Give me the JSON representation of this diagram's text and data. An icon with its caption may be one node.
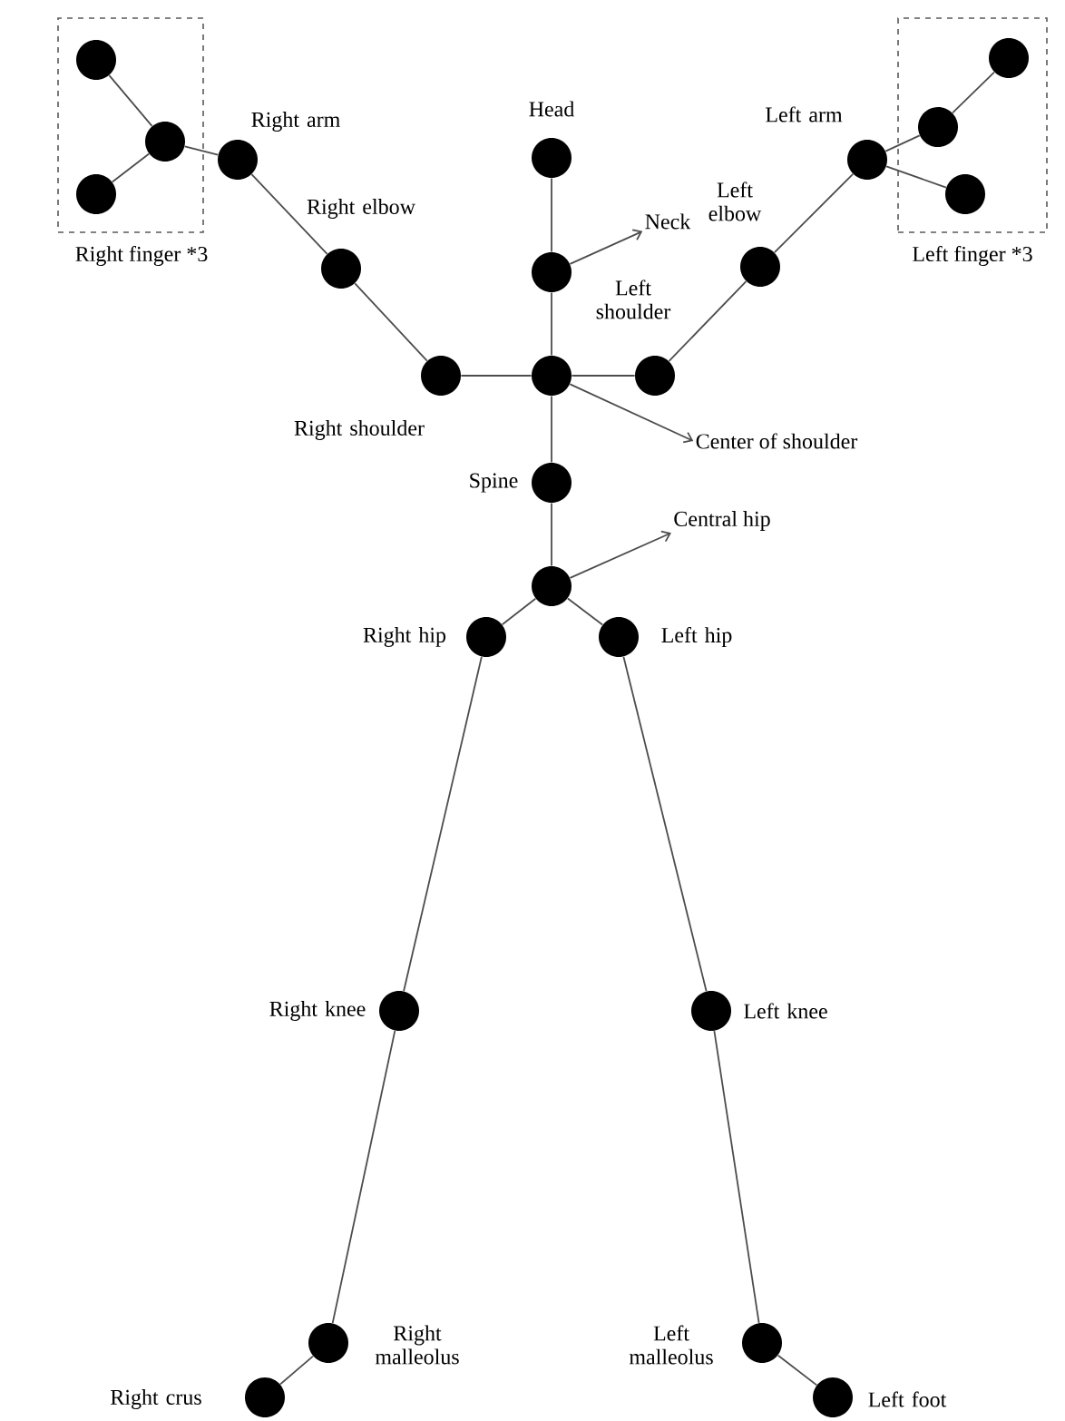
{
  "diagram": {
    "nodes": [
      {
        "text": [
          "Right finger *3"
        ]
      },
      {
        "text": [],
        "shape": "circle",
        "in": 0
      },
      {
        "text": [],
        "shape": "circle",
        "in": 0
      },
      {
        "text": [],
        "shape": "circle",
        "in": 0
      },
      {
        "text": [],
        "shape": "circle",
        "beside": [
          "Right arm"
        ]
      },
      {
        "text": [],
        "shape": "circle",
        "beside": [
          "Head"
        ]
      },
      {
        "text": [],
        "shape": "circle"
      },
      {
        "text": [
          "Neck"
        ]
      },
      {
        "text": [
          "Left finger *3"
        ]
      },
      {
        "text": [],
        "shape": "circle",
        "in": 8
      },
      {
        "text": [],
        "shape": "circle",
        "in": 8
      },
      {
        "text": [],
        "shape": "circle",
        "in": 8
      },
      {
        "text": [],
        "shape": "circle",
        "beside": [
          "Left arm"
        ]
      },
      {
        "text": [],
        "shape": "circle",
        "beside": [
          "Right elbow"
        ]
      },
      {
        "text": [],
        "shape": "circle",
        "beside": [
          "Left elbow"
        ]
      },
      {
        "text": [],
        "shape": "circle",
        "beside": [
          "Right shoulder"
        ]
      },
      {
        "text": [],
        "shape": "circle"
      },
      {
        "text": [],
        "shape": "circle",
        "beside": [
          "Left shoulder"
        ]
      },
      {
        "text": [
          "Center of shoulder"
        ]
      },
      {
        "text": [],
        "shape": "circle",
        "beside": [
          "Spine"
        ]
      },
      {
        "text": [],
        "shape": "circle"
      },
      {
        "text": [
          "Central hip"
        ]
      },
      {
        "text": [],
        "shape": "circle",
        "beside": [
          "Right hip"
        ]
      },
      {
        "text": [],
        "shape": "circle",
        "beside": [
          "Left hip"
        ]
      },
      {
        "text": [],
        "shape": "circle",
        "beside": [
          "Right knee"
        ]
      },
      {
        "text": [],
        "shape": "circle",
        "beside": [
          "Left knee"
        ]
      },
      {
        "text": [],
        "shape": "circle",
        "beside": [
          "Right malleolus"
        ]
      },
      {
        "text": [],
        "shape": "circle",
        "beside": [
          "Left malleolus"
        ]
      },
      {
        "text": [],
        "shape": "circle",
        "beside": [
          "Right crus"
        ]
      },
      {
        "text": [],
        "shape": "circle",
        "beside": [
          "Left foot"
        ]
      }
    ],
    "edges": [
      {
        "from": 1,
        "to": 2,
        "arrow": "none"
      },
      {
        "from": 3,
        "to": 2,
        "arrow": "none"
      },
      {
        "from": 2,
        "to": 4,
        "arrow": "none"
      },
      {
        "from": 4,
        "to": 13,
        "arrow": "none"
      },
      {
        "from": 13,
        "to": 15,
        "arrow": "none"
      },
      {
        "from": 15,
        "to": 16,
        "arrow": "none"
      },
      {
        "from": 5,
        "to": 6,
        "arrow": "none"
      },
      {
        "from": 6,
        "to": 16,
        "arrow": "none"
      },
      {
        "from": 6,
        "to": 7,
        "arrow": "to"
      },
      {
        "from": 16,
        "to": 17,
        "arrow": "none"
      },
      {
        "from": 17,
        "to": 14,
        "arrow": "none"
      },
      {
        "from": 14,
        "to": 12,
        "arrow": "none"
      },
      {
        "from": 12,
        "to": 10,
        "arrow": "none"
      },
      {
        "from": 10,
        "to": 9,
        "arrow": "none"
      },
      {
        "from": 12,
        "to": 11,
        "arrow": "none"
      },
      {
        "from": 16,
        "to": 18,
        "arrow": "to"
      },
      {
        "from": 16,
        "to": 19,
        "arrow": "none"
      },
      {
        "from": 19,
        "to": 20,
        "arrow": "none"
      },
      {
        "from": 20,
        "to": 21,
        "arrow": "to"
      },
      {
        "from": 20,
        "to": 22,
        "arrow": "none"
      },
      {
        "from": 20,
        "to": 23,
        "arrow": "none"
      },
      {
        "from": 22,
        "to": 24,
        "arrow": "none"
      },
      {
        "from": 24,
        "to": 26,
        "arrow": "none"
      },
      {
        "from": 26,
        "to": 28,
        "arrow": "none"
      },
      {
        "from": 23,
        "to": 25,
        "arrow": "none"
      },
      {
        "from": 25,
        "to": 27,
        "arrow": "none"
      },
      {
        "from": 27,
        "to": 29,
        "arrow": "none"
      }
    ]
  }
}
